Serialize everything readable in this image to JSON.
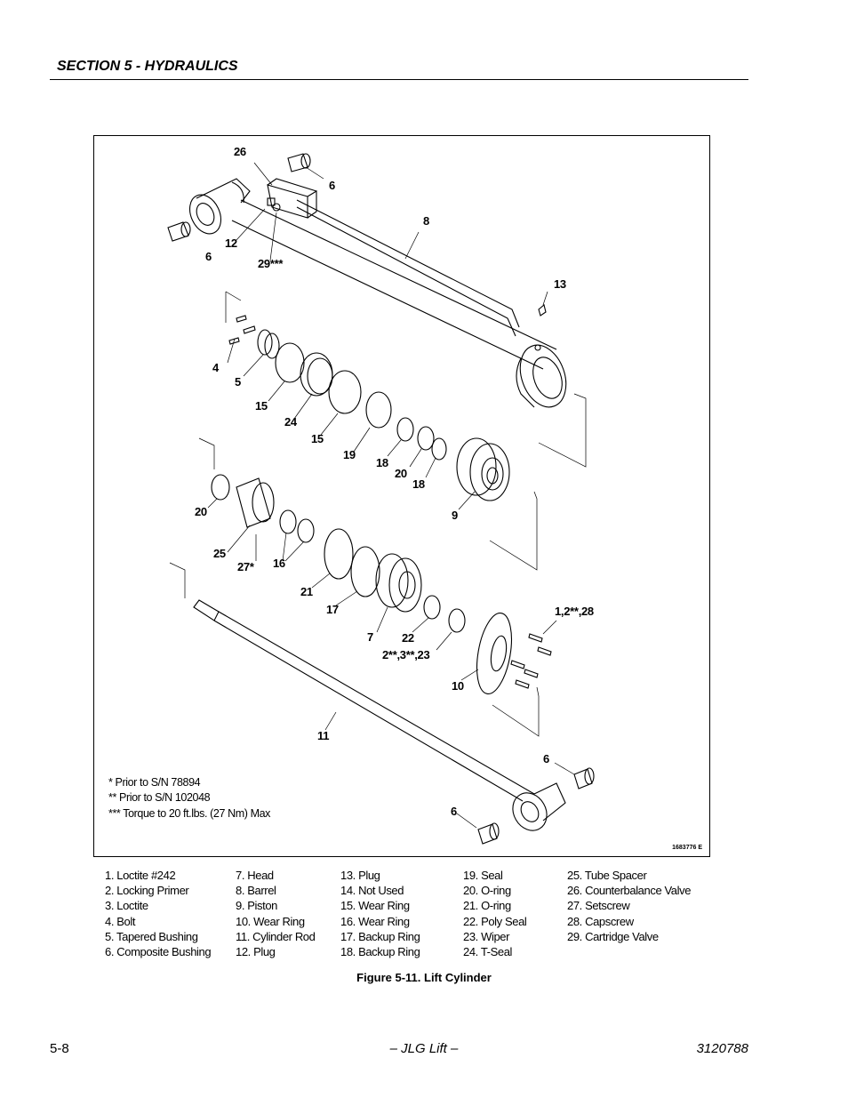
{
  "header": {
    "section": "SECTION 5 - HYDRAULICS"
  },
  "figure": {
    "callouts": {
      "c26": "26",
      "c6a": "6",
      "c8": "8",
      "c12": "12",
      "c6b": "6",
      "c29": "29***",
      "c13": "13",
      "c4": "4",
      "c5": "5",
      "c15a": "15",
      "c24": "24",
      "c15b": "15",
      "c19": "19",
      "c18a": "18",
      "c20a": "20",
      "c18b": "18",
      "c9": "9",
      "c20b": "20",
      "c25": "25",
      "c27": "27*",
      "c16": "16",
      "c21": "21",
      "c17": "17",
      "c7": "7",
      "c22": "22",
      "c1228": "1,2**,28",
      "c2323": "2**,3**,23",
      "c10": "10",
      "c11": "11",
      "c6c": "6",
      "c6d": "6"
    },
    "notes": [
      "* Prior to S/N 78894",
      "** Prior to S/N 102048",
      "*** Torque to 20 ft.lbs. (27 Nm) Max"
    ],
    "drawing_code": "1683776 E"
  },
  "legend": {
    "col1": [
      "1.   Loctite #242",
      "2.   Locking Primer",
      "3.   Loctite",
      "4.   Bolt",
      "5.   Tapered Bushing",
      "6.   Composite Bushing"
    ],
    "col2": [
      "7.    Head",
      "8.    Barrel",
      "9.    Piston",
      "10.  Wear Ring",
      "11.  Cylinder Rod",
      "12.  Plug"
    ],
    "col3": [
      "13.  Plug",
      "14.  Not Used",
      "15.  Wear Ring",
      "16.  Wear Ring",
      "17.  Backup Ring",
      "18.  Backup Ring"
    ],
    "col4": [
      "19.  Seal",
      "20.  O-ring",
      "21.  O-ring",
      "22.  Poly Seal",
      "23.  Wiper",
      "24.  T-Seal"
    ],
    "col5": [
      "25.  Tube Spacer",
      "26.  Counterbalance Valve",
      "27.  Setscrew",
      "28.  Capscrew",
      "29.  Cartridge Valve"
    ]
  },
  "caption": "Figure 5-11.  Lift Cylinder",
  "footer": {
    "page": "5-8",
    "center": "– JLG Lift –",
    "doc": "3120788"
  }
}
